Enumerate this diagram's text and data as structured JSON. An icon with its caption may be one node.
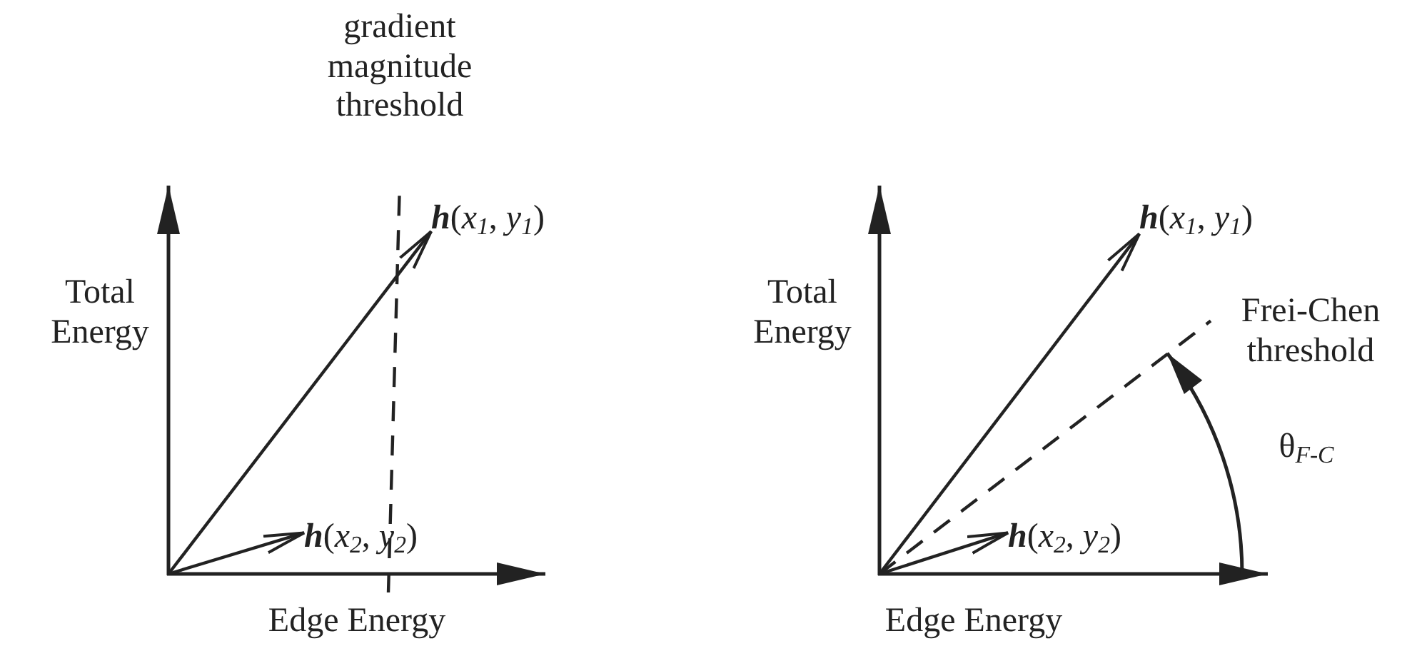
{
  "diagram": {
    "nodes": [
      {
        "text": [
          "gradient magnitude threshold"
        ]
      },
      {
        "text": [
          "**h**(*x*$_{1}$, *y*$_{1}$)"
        ]
      },
      {
        "text": [
          "**h**(*x*$_{2}$, *y*$_{2}$)"
        ]
      },
      {
        "text": [
          "**h**(*x*$_{1}$, *y*$_{1}$)"
        ]
      },
      {
        "text": [
          "Frei-Chen threshold"
        ]
      },
      {
        "text": [
          "**h**(*x*$_{2}$, *y*$_{2}$)"
        ]
      }
    ],
    "edges": [
      {
        "from": null,
        "to": 0,
        "arrow": "none",
        "style": "dashed"
      },
      {
        "from": null,
        "to": 1,
        "arrow": "to"
      },
      {
        "from": null,
        "to": 2,
        "arrow": "to"
      },
      {
        "from": null,
        "to": 3,
        "arrow": "to"
      },
      {
        "from": null,
        "to": 4,
        "arrow": "none",
        "style": "dashed"
      },
      {
        "from": null,
        "to": 5,
        "arrow": "to"
      }
    ],
    "labels": [
      "Total Energy",
      "Edge Energy",
      "Total Energy",
      "Edge Energy",
      "θ$_{F-C}$"
    ]
  }
}
